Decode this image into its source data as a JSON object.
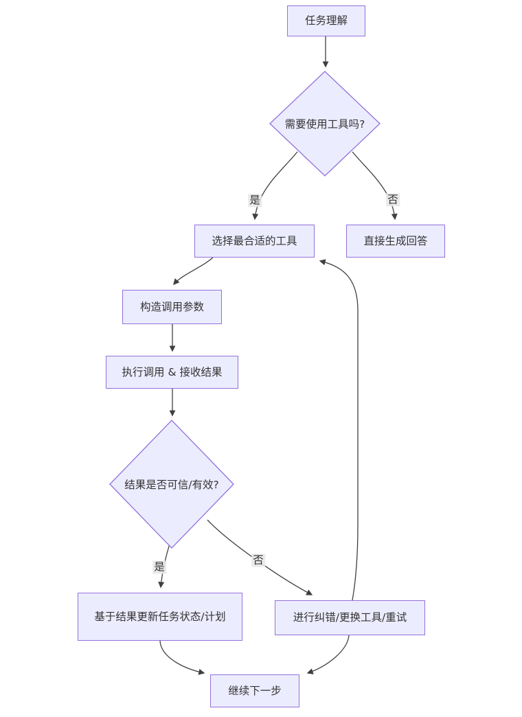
{
  "diagram": {
    "type": "flowchart",
    "direction": "top-down",
    "background": "#ffffff",
    "colors": {
      "node_fill": "#ECECFF",
      "node_border": "#9370DB",
      "edge_line": "#3f3f3f",
      "edge_label_bg": "#e8e8e8",
      "text": "#333333"
    },
    "nodes": {
      "task": {
        "label": "任务理解",
        "shape": "rectangle"
      },
      "need_tool": {
        "label": "需要使用工具吗?",
        "shape": "diamond"
      },
      "choose_tool": {
        "label": "选择最合适的工具",
        "shape": "rectangle"
      },
      "direct_answer": {
        "label": "直接生成回答",
        "shape": "rectangle"
      },
      "build_params": {
        "label": "构造调用参数",
        "shape": "rectangle"
      },
      "exec_call": {
        "label": "执行调用 & 接收结果",
        "shape": "rectangle"
      },
      "result_valid": {
        "label": "结果是否可信/有效?",
        "shape": "diamond"
      },
      "update_task": {
        "label": "基于结果更新任务状态/计划",
        "shape": "rectangle"
      },
      "retry": {
        "label": "进行纠错/更换工具/重试",
        "shape": "rectangle"
      },
      "next_step": {
        "label": "继续下一步",
        "shape": "rectangle"
      }
    },
    "edge_labels": {
      "need_tool_yes": "是",
      "need_tool_no": "否",
      "result_valid_yes": "是",
      "result_valid_no": "否"
    },
    "edges": [
      {
        "from": "task",
        "to": "need_tool",
        "label": ""
      },
      {
        "from": "need_tool",
        "to": "choose_tool",
        "label": "是"
      },
      {
        "from": "need_tool",
        "to": "direct_answer",
        "label": "否"
      },
      {
        "from": "choose_tool",
        "to": "build_params",
        "label": ""
      },
      {
        "from": "build_params",
        "to": "exec_call",
        "label": ""
      },
      {
        "from": "exec_call",
        "to": "result_valid",
        "label": ""
      },
      {
        "from": "result_valid",
        "to": "update_task",
        "label": "是"
      },
      {
        "from": "result_valid",
        "to": "retry",
        "label": "否"
      },
      {
        "from": "update_task",
        "to": "next_step",
        "label": ""
      },
      {
        "from": "retry",
        "to": "next_step",
        "label": ""
      },
      {
        "from": "retry",
        "to": "choose_tool",
        "label": ""
      }
    ]
  }
}
